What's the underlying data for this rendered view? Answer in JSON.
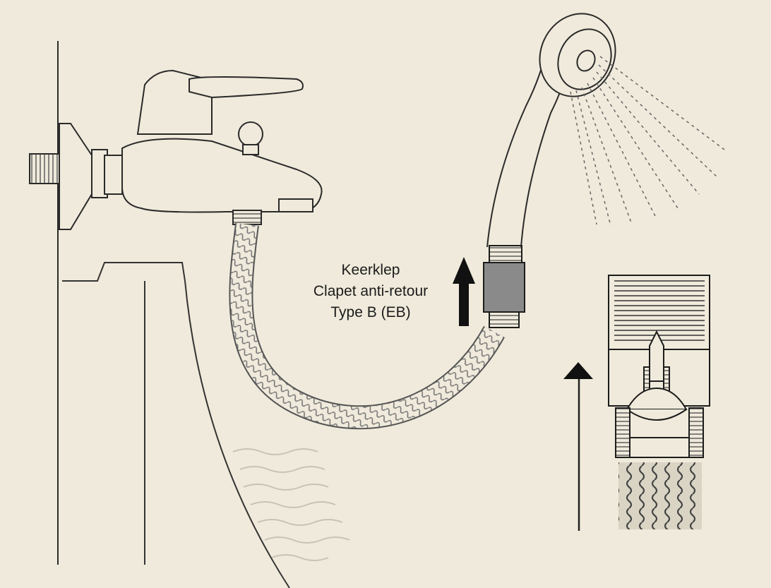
{
  "valve_label": {
    "line1": "Keerklep",
    "line2": "Clapet anti-retour",
    "line3": "Type B (EB)"
  },
  "colors": {
    "background": "#efeadb",
    "ink": "#2a2a2a",
    "valve_body": "#8a8a8a"
  },
  "icons": [
    "flow-up-arrow-icon",
    "flow-direction-arrow-icon",
    "shower-head-icon",
    "faucet-icon",
    "check-valve-icon"
  ]
}
